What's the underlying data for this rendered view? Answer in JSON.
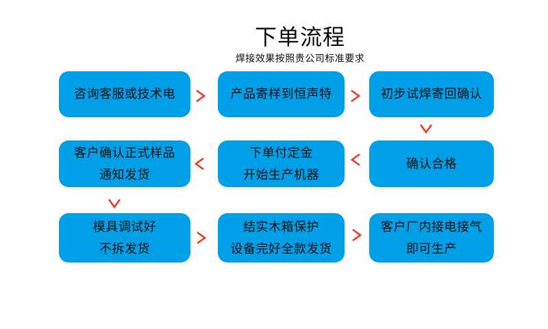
{
  "page": {
    "title": "下单流程",
    "subtitle": "焊接效果按照贵公司标准要求"
  },
  "colors": {
    "box_blue": "#00a0e9",
    "arrow_red": "#ee3a1c",
    "text_dark": "#0e0e0e",
    "background": "#ffffff"
  },
  "flow": {
    "boxes": [
      {
        "id": "step-1",
        "lines": [
          "咨询客服或技术电"
        ]
      },
      {
        "id": "step-2",
        "lines": [
          "产品寄样到恒声特"
        ]
      },
      {
        "id": "step-3",
        "lines": [
          "初步试焊寄回确认"
        ]
      },
      {
        "id": "step-4",
        "lines": [
          "客户确认正式样品",
          "通知发货"
        ]
      },
      {
        "id": "step-5",
        "lines": [
          "下单付定金",
          "开始生产机器"
        ]
      },
      {
        "id": "step-6",
        "lines": [
          "确认合格"
        ]
      },
      {
        "id": "step-7",
        "lines": [
          "模具调试好",
          "不拆发货"
        ]
      },
      {
        "id": "step-8",
        "lines": [
          "结实木箱保护",
          "设备完好全款发货"
        ]
      },
      {
        "id": "step-9",
        "lines": [
          "客户厂内接电接气",
          "即可生产"
        ]
      }
    ],
    "connectors": [
      {
        "icon": "chevron-right-icon",
        "direction": "right"
      },
      {
        "icon": "chevron-right-icon",
        "direction": "right"
      },
      {
        "icon": "chevron-down-icon",
        "direction": "down"
      },
      {
        "icon": "chevron-left-icon",
        "direction": "left"
      },
      {
        "icon": "chevron-left-icon",
        "direction": "left"
      },
      {
        "icon": "chevron-down-icon",
        "direction": "down"
      },
      {
        "icon": "chevron-right-icon",
        "direction": "right"
      },
      {
        "icon": "chevron-right-icon",
        "direction": "right"
      }
    ]
  }
}
